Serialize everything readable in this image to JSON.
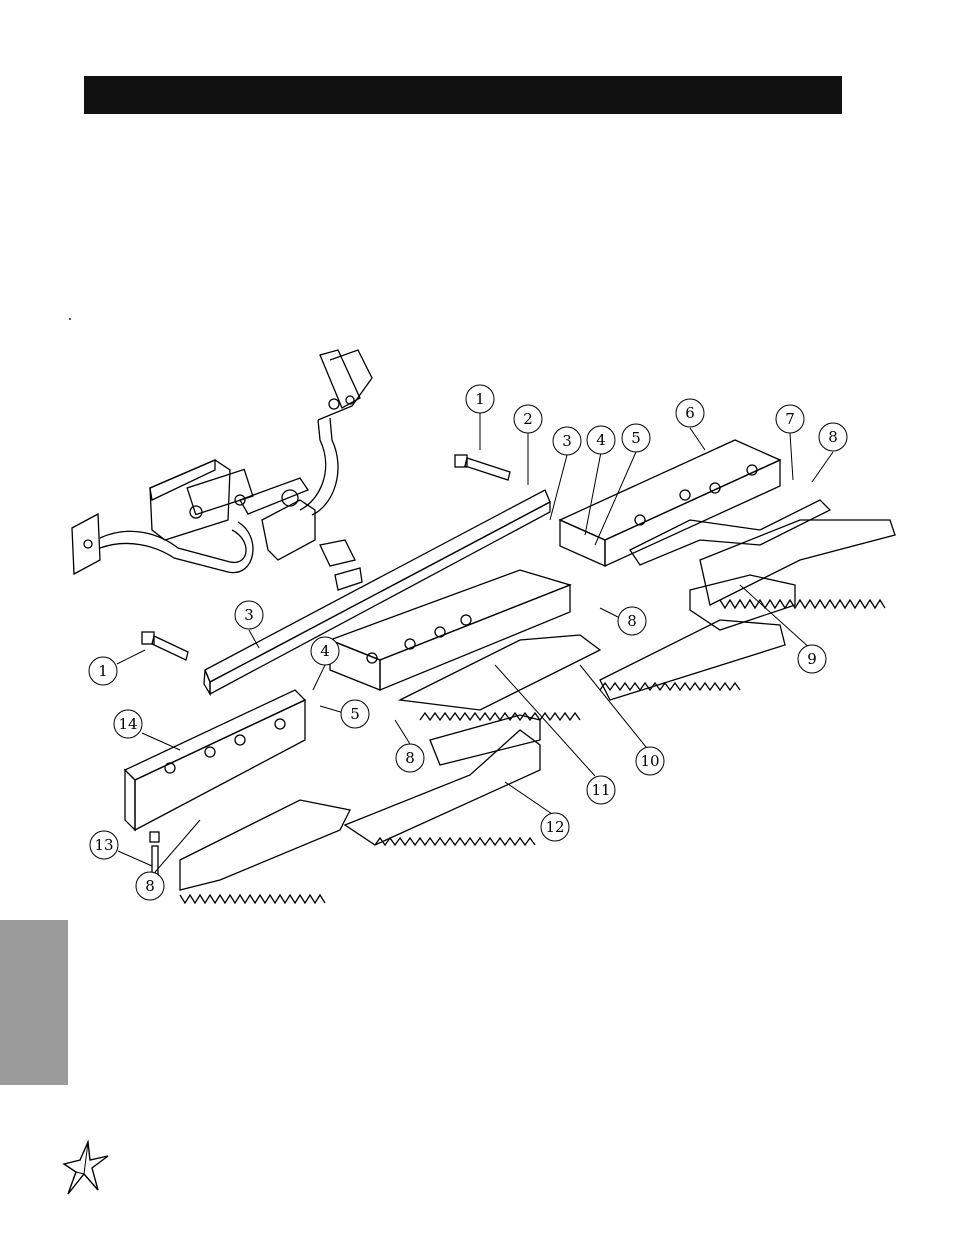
{
  "colors": {
    "header": "#111111",
    "tab": "#9b9b9b",
    "line": "#000000"
  },
  "callouts": [
    "1",
    "2",
    "3",
    "4",
    "5",
    "6",
    "7",
    "8",
    "3",
    "4",
    "5",
    "8",
    "9",
    "10",
    "11",
    "12",
    "13",
    "14",
    "8",
    "1",
    "8"
  ],
  "icons": {
    "logo": "star-burst-logo"
  }
}
